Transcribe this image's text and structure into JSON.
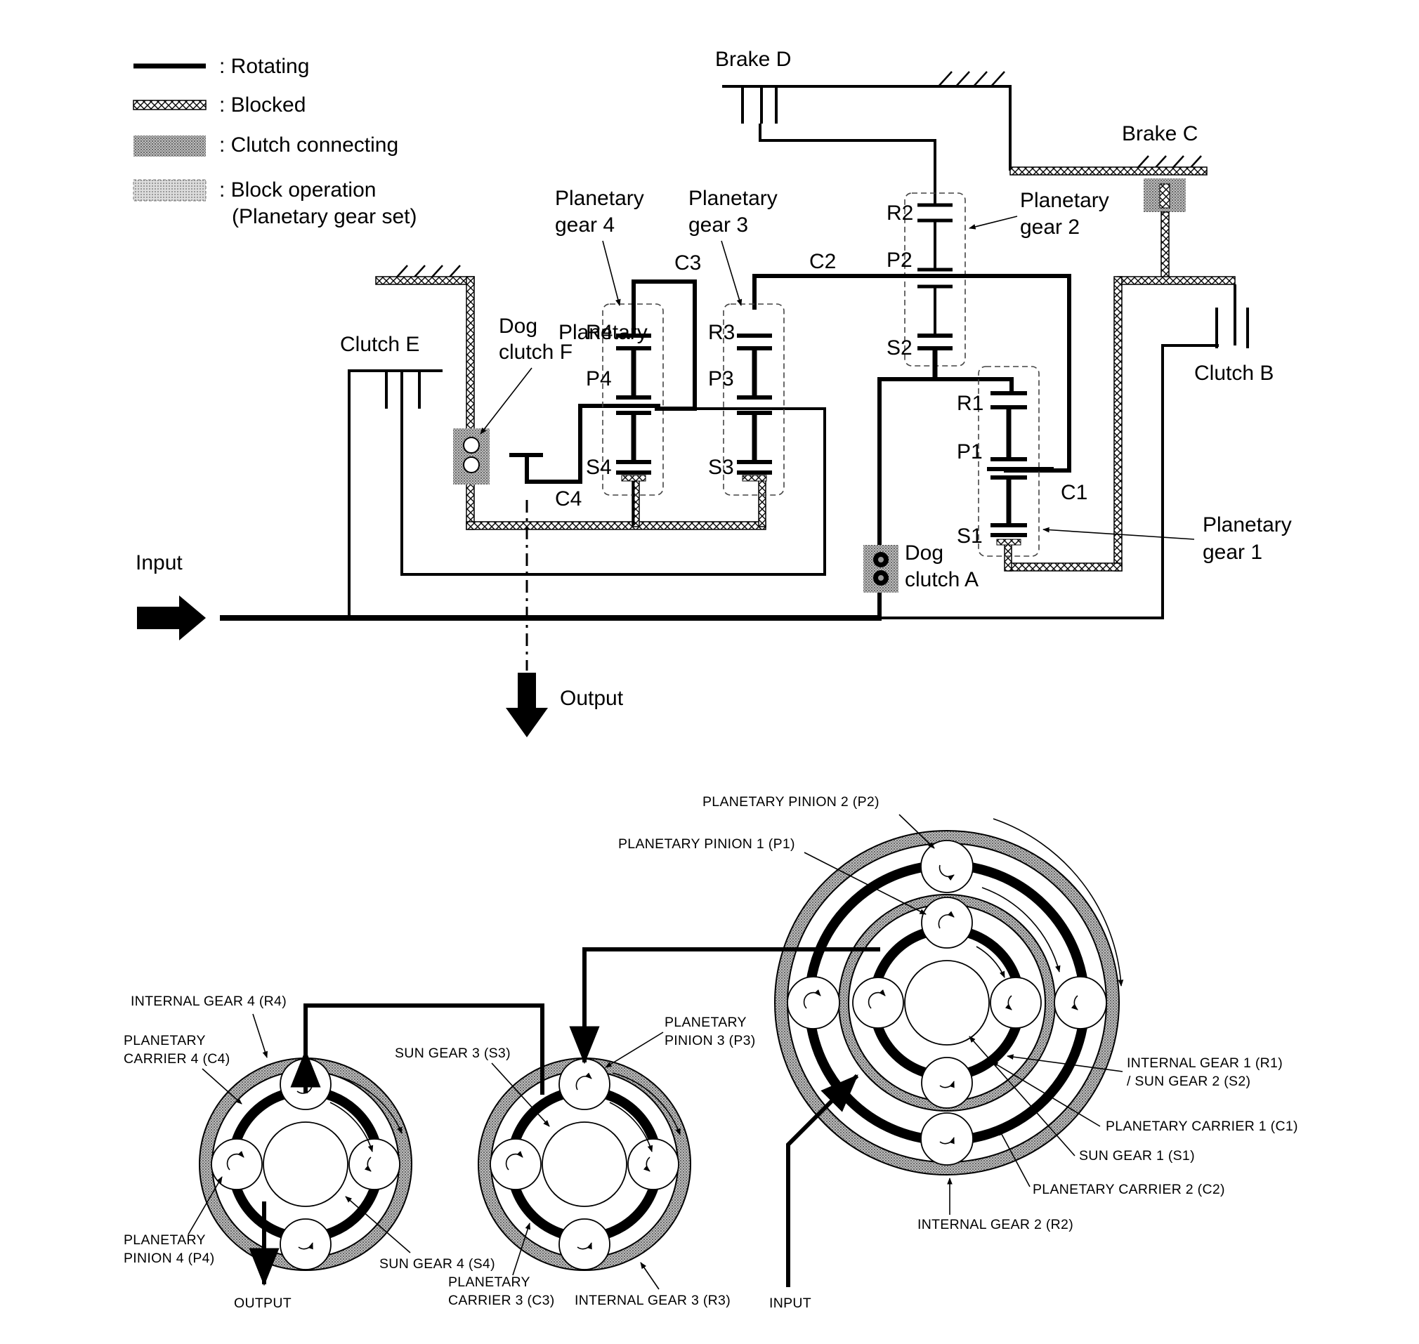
{
  "legend": {
    "rotating": ": Rotating",
    "blocked": ": Blocked",
    "clutch_connecting": ": Clutch connecting",
    "block_operation_1": ": Block operation",
    "block_operation_2": "(Planetary gear set)"
  },
  "top": {
    "brake_d": "Brake D",
    "brake_c": "Brake C",
    "clutch_b": "Clutch B",
    "clutch_e": "Clutch E",
    "dog_clutch_f_1": "Dog",
    "dog_clutch_f_2": "clutch F",
    "dog_clutch_a_1": "Dog",
    "dog_clutch_a_2": "clutch A",
    "input": "Input",
    "output": "Output",
    "pg4_1": "Planetary",
    "pg4_2": "gear 4",
    "pg3_1": "Planetary",
    "pg3_2": "gear 3",
    "pg2_1": "Planetary",
    "pg2_2": "gear 2",
    "pg1_1": "Planetary",
    "pg1_2": "gear 1",
    "R4": "R4",
    "P4": "P4",
    "S4": "S4",
    "C4": "C4",
    "R3": "R3",
    "P3": "P3",
    "S3": "S3",
    "C3": "C3",
    "R2": "R2",
    "P2": "P2",
    "S2": "S2",
    "C2": "C2",
    "R1": "R1",
    "P1": "P1",
    "S1": "S1",
    "C1": "C1"
  },
  "bottom": {
    "planetary_pinion_2": "PLANETARY PINION 2 (P2)",
    "planetary_pinion_1": "PLANETARY PINION 1 (P1)",
    "internal_gear_4": "INTERNAL GEAR 4 (R4)",
    "planetary_carrier_4_1": "PLANETARY",
    "planetary_carrier_4_2": "CARRIER 4 (C4)",
    "sun_gear_3": "SUN GEAR 3 (S3)",
    "planetary_pinion_3_1": "PLANETARY",
    "planetary_pinion_3_2": "PINION 3 (P3)",
    "internal_gear_1_1": "INTERNAL GEAR 1 (R1)",
    "internal_gear_1_2": "/ SUN GEAR 2 (S2)",
    "planetary_carrier_1": "PLANETARY CARRIER 1 (C1)",
    "sun_gear_1": "SUN GEAR 1 (S1)",
    "planetary_carrier_2": "PLANETARY CARRIER 2 (C2)",
    "internal_gear_2": "INTERNAL GEAR 2 (R2)",
    "planetary_pinion_4_1": "PLANETARY",
    "planetary_pinion_4_2": "PINION 4 (P4)",
    "sun_gear_4": "SUN GEAR 4 (S4)",
    "planetary_carrier_3_1": "PLANETARY",
    "planetary_carrier_3_2": "CARRIER 3 (C3)",
    "internal_gear_3": "INTERNAL GEAR 3 (R3)",
    "output": "OUTPUT",
    "input": "INPUT"
  }
}
